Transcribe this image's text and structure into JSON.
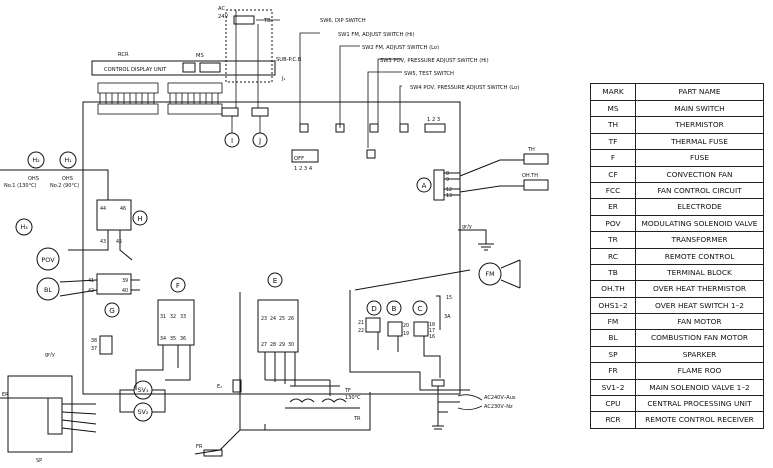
{
  "diagram": {
    "power": {
      "ac": "AC",
      "voltage": "24V",
      "tb": "TB",
      "sub_pcb": "SUB-P.C.B",
      "j1": "J₁"
    },
    "top_labels": {
      "rcr": "RCR",
      "ms": "MS",
      "control_display_unit": "CONTROL DISPLAY UNIT"
    },
    "switch_labels": [
      "SW6, DIP SWITCH",
      "SW1 FM, ADJUST SWITCH (Hi)",
      "SW2 FM, ADJUST SWITCH (Lo)",
      "SW3 POV, PRESSURE ADJUST SWITCH (Hi)",
      "SW5, TEST SWITCH",
      "SW4 POV, PRESSURE ADJUST SWITCH (Lo)"
    ],
    "connector_letters": {
      "i": "I",
      "j": "J",
      "a": "A",
      "h": "H",
      "g": "G",
      "f": "F",
      "e": "E",
      "d": "D",
      "b": "B",
      "c": "C"
    },
    "dip": {
      "off": "OFF",
      "nums": "1 2 3 4"
    },
    "small_nums": {
      "n123": "1 2 3"
    },
    "left_parts": {
      "h2": "H₂",
      "h1": "H₁",
      "h3": "H₃",
      "ohs_a": "OHS",
      "ohs_b": "OHS",
      "no1": "No.1 (130°C)",
      "no2": "No.2 (90°C)",
      "pov": "POV",
      "bl": "BL",
      "sp": "SP",
      "er": "ER",
      "sv1": "SV₁",
      "sv2": "SV₂",
      "e1": "E₁",
      "fr": "FR",
      "gry": "gr/y"
    },
    "right_parts": {
      "th": "TH",
      "ohth": "OH.TH",
      "fm": "FM",
      "tr": "TR",
      "tf": "TF",
      "tf_temp": "130°C",
      "fuse": "3A",
      "gry": "gr/y"
    },
    "pins": {
      "a": [
        "8",
        "9",
        "12",
        "13"
      ],
      "h": [
        "44",
        "46",
        "43",
        "45"
      ],
      "g": [
        "41",
        "42",
        "39",
        "40"
      ],
      "f": [
        "31",
        "32",
        "33",
        "34",
        "35",
        "36"
      ],
      "e": [
        "23",
        "24",
        "25",
        "26",
        "27",
        "28",
        "29",
        "30"
      ],
      "d": [
        "21",
        "22"
      ],
      "b": [
        "20",
        "19"
      ],
      "c": [
        "18",
        "17",
        "16"
      ],
      "p": [
        "15"
      ],
      "k": [
        "38",
        "37"
      ]
    },
    "ac_supply": [
      "AC240V–Aus",
      "AC230V–Nz"
    ]
  },
  "table": {
    "headers": [
      "MARK",
      "PART NAME"
    ],
    "rows": [
      [
        "MS",
        "MAIN SWITCH"
      ],
      [
        "TH",
        "THERMISTOR"
      ],
      [
        "TF",
        "THERMAL FUSE"
      ],
      [
        "F",
        "FUSE"
      ],
      [
        "CF",
        "CONVECTION FAN"
      ],
      [
        "FCC",
        "FAN CONTROL CIRCUIT"
      ],
      [
        "ER",
        "ELECTRODE"
      ],
      [
        "POV",
        "MODULATING SOLENOID VALVE"
      ],
      [
        "TR",
        "TRANSFORMER"
      ],
      [
        "RC",
        "REMOTE CONTROL"
      ],
      [
        "TB",
        "TERMINAL BLOCK"
      ],
      [
        "OH.TH",
        "OVER HEAT THERMISTOR"
      ],
      [
        "OHS1–2",
        "OVER HEAT SWITCH 1–2"
      ],
      [
        "FM",
        "FAN MOTOR"
      ],
      [
        "BL",
        "COMBUSTION FAN MOTOR"
      ],
      [
        "SP",
        "SPARKER"
      ],
      [
        "FR",
        "FLAME ROO"
      ],
      [
        "SV1–2",
        "MAIN SOLENOID VALVE 1–2"
      ],
      [
        "CPU",
        "CENTRAL PROCESSING UNIT"
      ],
      [
        "RCR",
        "REMOTE CONTROL RECEIVER"
      ]
    ]
  }
}
